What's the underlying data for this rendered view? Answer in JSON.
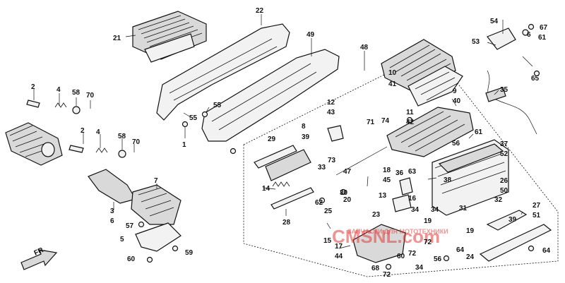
{
  "diagram": {
    "part_numbers": [
      "21",
      "22",
      "49",
      "48",
      "54",
      "67",
      "6",
      "61",
      "53",
      "65",
      "10",
      "41",
      "35",
      "9",
      "40",
      "11",
      "42",
      "12",
      "43",
      "71",
      "74",
      "29",
      "8",
      "39",
      "73",
      "33",
      "61",
      "56",
      "37",
      "52",
      "38",
      "26",
      "50",
      "32",
      "31",
      "27",
      "51",
      "2",
      "4",
      "58",
      "70",
      "55",
      "55",
      "1",
      "2",
      "4",
      "58",
      "70",
      "7",
      "18",
      "45",
      "36",
      "63",
      "16",
      "13",
      "34",
      "34",
      "17",
      "23",
      "72",
      "14",
      "62",
      "25",
      "30",
      "28",
      "20",
      "47",
      "3",
      "6",
      "57",
      "5",
      "60",
      "59",
      "15",
      "44",
      "68",
      "72",
      "60",
      "72",
      "64",
      "56",
      "24",
      "64",
      "19",
      "34",
      "39",
      "19"
    ],
    "watermark": {
      "main": "CMSNL.com",
      "sub": "ЗАПЧАСТИ ДЛЯ МОТОТЕХНИКИ"
    },
    "front_arrow_label": "FR."
  }
}
